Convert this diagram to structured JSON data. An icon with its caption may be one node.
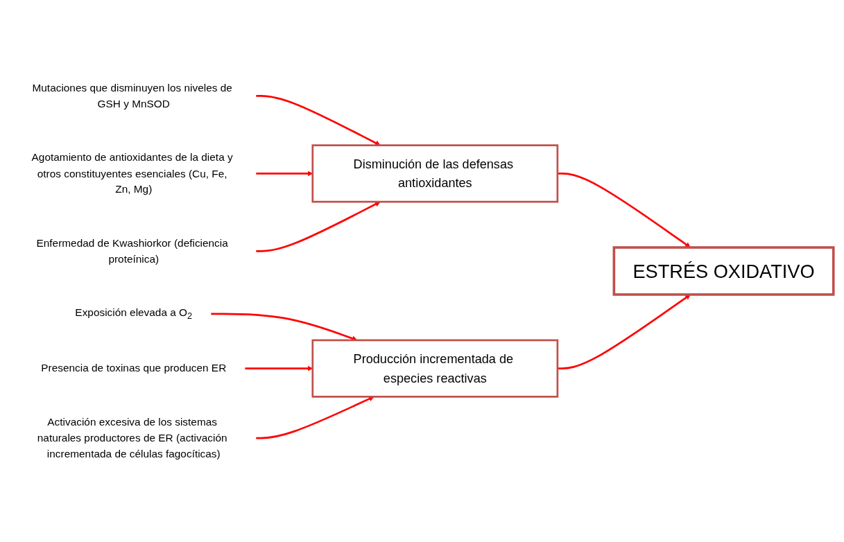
{
  "diagram": {
    "nodes": [
      {
        "text": [
          "Mutaciones que disminuyen los niveles de GSH y MnSOD"
        ]
      },
      {
        "text": [
          "Agotamiento de antioxidantes de la dieta y otros constituyentes esenciales (Cu, Fe, Zn, Mg)"
        ]
      },
      {
        "text": [
          "Enfermedad de Kwashiorkor (deficiencia proteínica)"
        ]
      },
      {
        "text": [
          "Disminución de las defensas antioxidantes"
        ]
      },
      {
        "text": [
          "ESTRÉS OXIDATIVO"
        ]
      },
      {
        "text": [
          "Exposición elevada a O$_{2}$"
        ]
      },
      {
        "text": [
          "Presencia de toxinas que producen ER"
        ]
      },
      {
        "text": [
          "Activación excesiva de los sistemas naturales productores de ER (activación incrementada de células fagocíticas)"
        ]
      },
      {
        "text": [
          "Producción incrementada de especies reactivas"
        ]
      }
    ],
    "edges": [
      {
        "from": 0,
        "to": 3,
        "arrow": "to",
        "color": "#ff0000"
      },
      {
        "from": 1,
        "to": 3,
        "arrow": "to",
        "color": "#ff0000"
      },
      {
        "from": 2,
        "to": 3,
        "arrow": "to",
        "color": "#ff0000"
      },
      {
        "from": 3,
        "to": 4,
        "arrow": "to",
        "color": "#ff0000"
      },
      {
        "from": 5,
        "to": 8,
        "arrow": "to",
        "color": "#ff0000"
      },
      {
        "from": 6,
        "to": 8,
        "arrow": "to",
        "color": "#ff0000"
      },
      {
        "from": 7,
        "to": 8,
        "arrow": "to",
        "color": "#ff0000"
      },
      {
        "from": 8,
        "to": 4,
        "arrow": "to",
        "color": "#ff0000"
      }
    ]
  }
}
